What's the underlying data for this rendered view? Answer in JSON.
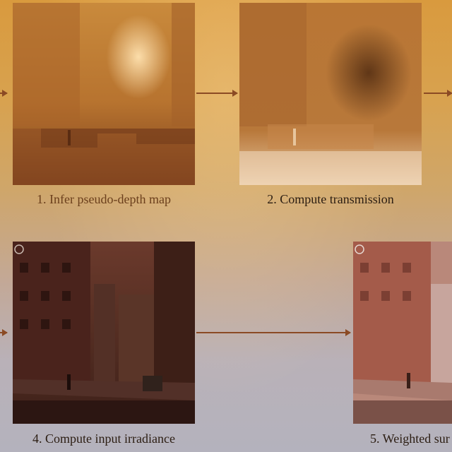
{
  "steps": [
    {
      "label": "1. Infer pseudo-depth map"
    },
    {
      "label": "2. Compute transmission"
    },
    {
      "label": "4. Compute input irradiance"
    },
    {
      "label": "5. Weighted sur"
    }
  ],
  "colors": {
    "arrow": "#8b4a24",
    "caption_step1": "#6b3f1c",
    "caption_default": "#2b1d12"
  }
}
